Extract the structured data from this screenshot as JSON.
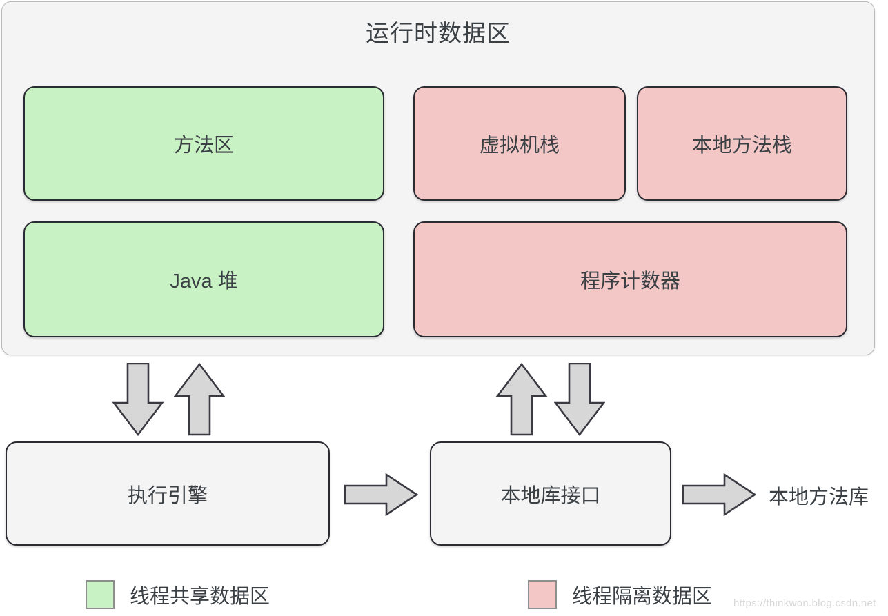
{
  "diagram": {
    "title": "运行时数据区",
    "runtime_area": {
      "boxes": [
        {
          "label": "方法区",
          "group": "shared",
          "color": "#c9f2c4"
        },
        {
          "label": "虚拟机栈",
          "group": "isolated",
          "color": "#f3c7c6"
        },
        {
          "label": "本地方法栈",
          "group": "isolated",
          "color": "#f3c7c6"
        },
        {
          "label": "Java 堆",
          "group": "shared",
          "color": "#c9f2c4"
        },
        {
          "label": "程序计数器",
          "group": "isolated",
          "color": "#f3c7c6"
        }
      ]
    },
    "process_boxes": [
      {
        "label": "执行引擎",
        "color": "#f4f4f4"
      },
      {
        "label": "本地库接口",
        "color": "#f4f4f4"
      }
    ],
    "external_label": "本地方法库",
    "arrows": [
      {
        "name": "engine-to-runtime-down",
        "direction": "down"
      },
      {
        "name": "runtime-to-engine-up",
        "direction": "up"
      },
      {
        "name": "runtime-to-nativeif-up",
        "direction": "up"
      },
      {
        "name": "nativeif-to-runtime-down",
        "direction": "down"
      },
      {
        "name": "engine-to-nativeif-right",
        "direction": "right"
      },
      {
        "name": "nativeif-to-nativelib-right",
        "direction": "right"
      }
    ],
    "legend": [
      {
        "label": "线程共享数据区",
        "color": "#c9f2c4"
      },
      {
        "label": "线程隔离数据区",
        "color": "#f3c7c6"
      }
    ],
    "watermark": "https://thinkwon.blog.csdn.net"
  }
}
